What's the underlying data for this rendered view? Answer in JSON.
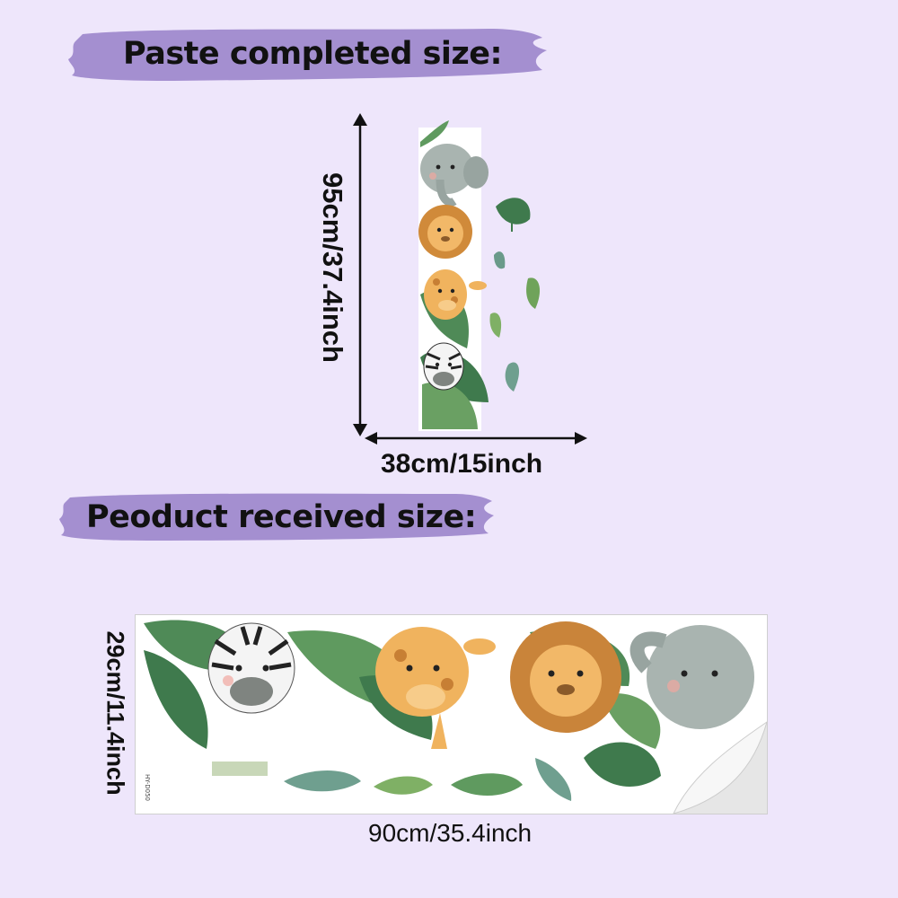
{
  "banners": {
    "completed_title": "Paste completed size:",
    "received_title": "Peoduct received size:"
  },
  "completed": {
    "height_label": "95cm/37.4inch",
    "width_label": "38cm/15inch"
  },
  "received": {
    "height_label": "29cm/11.4inch",
    "width_label": "90cm/35.4inch",
    "sku_label": "HY-D050"
  },
  "colors": {
    "background": "#eee6fb",
    "banner": "#a48fd0",
    "leaf_dark": "#3f7a4d",
    "leaf_light": "#8fbf7a"
  },
  "illustration": {
    "animals": [
      "elephant",
      "lion",
      "giraffe",
      "zebra"
    ]
  }
}
